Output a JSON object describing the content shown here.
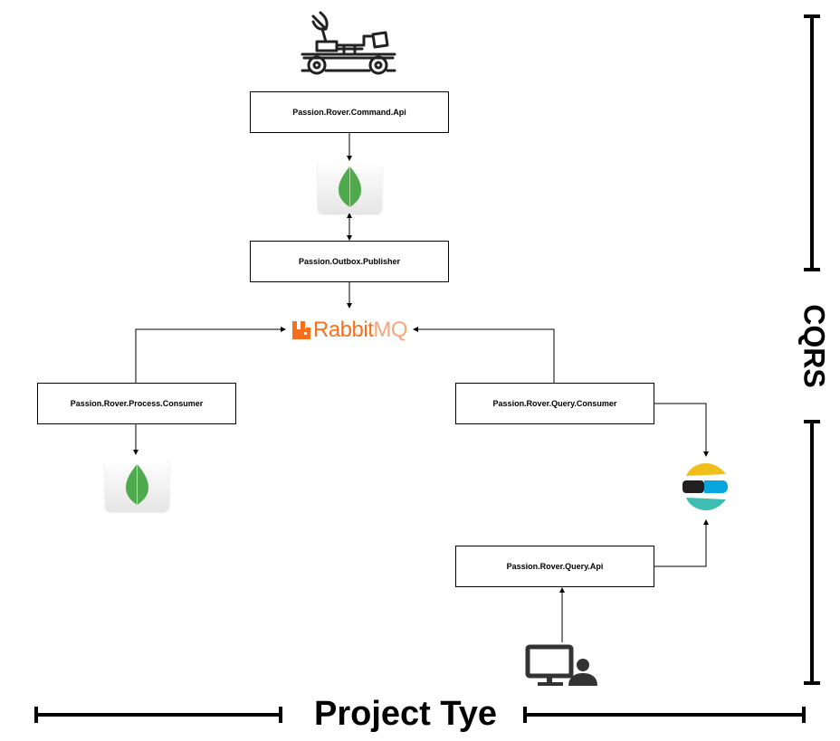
{
  "nodes": {
    "command_api": "Passion.Rover.Command.Api",
    "outbox_publisher": "Passion.Outbox.Publisher",
    "process_consumer": "Passion.Rover.Process.Consumer",
    "query_consumer": "Passion.Rover.Query.Consumer",
    "query_api": "Passion.Rover.Query.Api"
  },
  "broker": {
    "prefix": "Rabbit",
    "suffix": "MQ"
  },
  "icons": {
    "rover": "rover-icon",
    "mongodb": "mongodb-icon",
    "rabbitmq": "rabbitmq-icon",
    "elasticsearch": "elasticsearch-icon",
    "user": "user-workstation-icon"
  },
  "labels": {
    "cqrs": "CQRS",
    "project": "Project Tye"
  },
  "colors": {
    "rabbit_orange": "#f76f1c",
    "mongo_green": "#4fa94d",
    "elastic_yellow": "#f0bf1a",
    "elastic_teal": "#3ebeb0",
    "elastic_blue": "#07a5de",
    "elastic_dark": "#231f20"
  }
}
